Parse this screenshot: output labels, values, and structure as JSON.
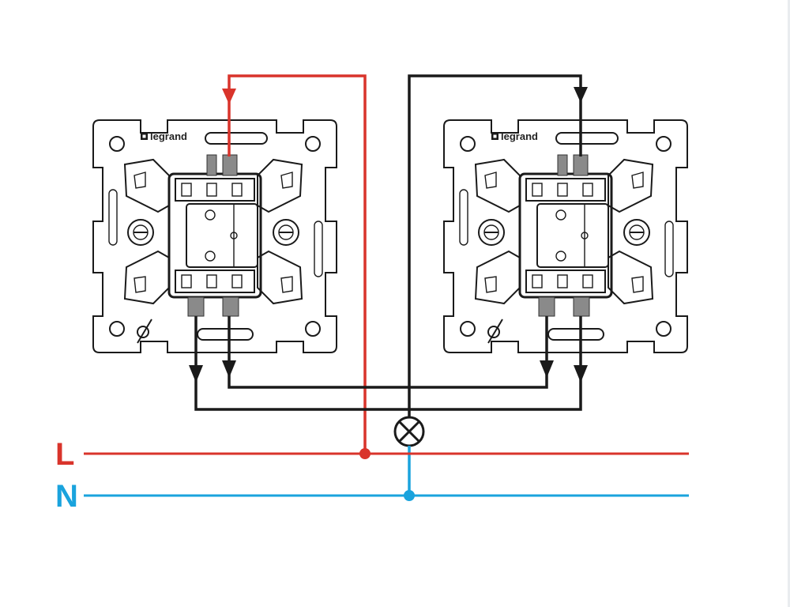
{
  "switches": [
    {
      "brand": "legrand"
    },
    {
      "brand": "legrand"
    }
  ],
  "bus": {
    "live_label": "L",
    "neutral_label": "N"
  },
  "colors": {
    "live": "#d9342b",
    "neutral": "#1aa3dd",
    "traveler": "#1a1a1a",
    "label_live": "#d9342b",
    "label_neutral": "#1aa3dd"
  },
  "icons": {
    "lamp": "lamp-cross-circle-icon",
    "arrow": "arrow-down-icon",
    "junction": "junction-dot-icon"
  }
}
